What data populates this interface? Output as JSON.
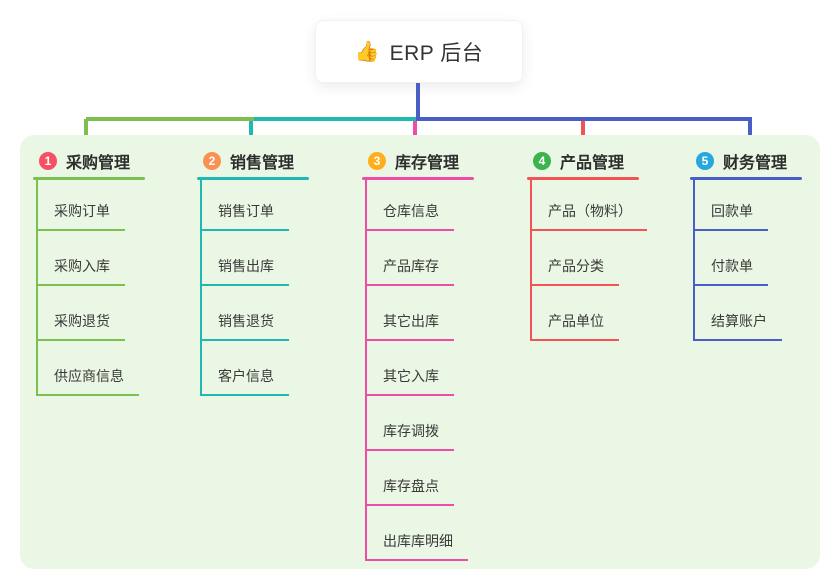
{
  "root": {
    "icon_glyph": "👍",
    "label": "ERP 后台"
  },
  "connector": {
    "color": "#4a5fc6"
  },
  "panel": {
    "bg": "#e9f7e4"
  },
  "branches": [
    {
      "num": "1",
      "title": "采购管理",
      "badge_color": "#f55064",
      "line_color": "#7dbf50",
      "items": [
        "采购订单",
        "采购入库",
        "采购退货",
        "供应商信息"
      ]
    },
    {
      "num": "2",
      "title": "销售管理",
      "badge_color": "#fa9153",
      "line_color": "#1fb9b2",
      "items": [
        "销售订单",
        "销售出库",
        "销售退货",
        "客户信息"
      ]
    },
    {
      "num": "3",
      "title": "库存管理",
      "badge_color": "#ffaf1e",
      "line_color": "#ed4da6",
      "items": [
        "仓库信息",
        "产品库存",
        "其它出库",
        "其它入库",
        "库存调拨",
        "库存盘点",
        "出库库明细"
      ]
    },
    {
      "num": "4",
      "title": "产品管理",
      "badge_color": "#3cb44e",
      "line_color": "#f25353",
      "items": [
        "产品（物料）",
        "产品分类",
        "产品单位"
      ]
    },
    {
      "num": "5",
      "title": "财务管理",
      "badge_color": "#25a8e0",
      "line_color": "#4a5fc6",
      "items": [
        "回款单",
        "付款单",
        "结算账户"
      ]
    }
  ]
}
